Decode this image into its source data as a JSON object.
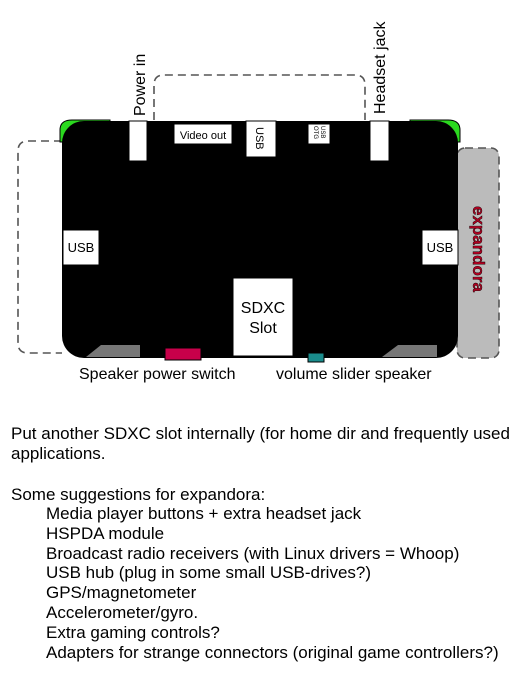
{
  "diagram": {
    "labels": {
      "power_in": "Power in",
      "headset_jack": "Headset jack",
      "video_out": "Video out",
      "usb_top": "USB",
      "usb_otg": [
        "USB",
        "OTG"
      ],
      "usb_left": "USB",
      "usb_right": "USB",
      "sdxc_slot": [
        "SDXC",
        "Slot"
      ],
      "expandora": "expandora",
      "speaker_power_switch": "Speaker power switch",
      "volume_slider_speaker": "volume slider speaker"
    },
    "colors": {
      "body": "#000000",
      "shoulder_buttons": "#2bd91f",
      "expandora_box": "#bbbbbb",
      "expandora_text": "#b00020",
      "power_switch": "#c8004a",
      "volume_slider": "#1a8c8c",
      "speaker_grille": "#777777"
    }
  },
  "notes": {
    "intro": "Put another SDXC slot internally (for home dir and frequently used applications.",
    "suggestions_title": "Some suggestions for expandora:",
    "suggestions": [
      "Media player buttons + extra headset jack",
      "HSPDA module",
      "Broadcast radio receivers (with Linux drivers = Whoop)",
      "USB hub (plug in some small USB-drives?)",
      "GPS/magnetometer",
      "Accelerometer/gyro.",
      "Extra gaming controls?",
      "Adapters for strange connectors (original game controllers?)"
    ]
  }
}
